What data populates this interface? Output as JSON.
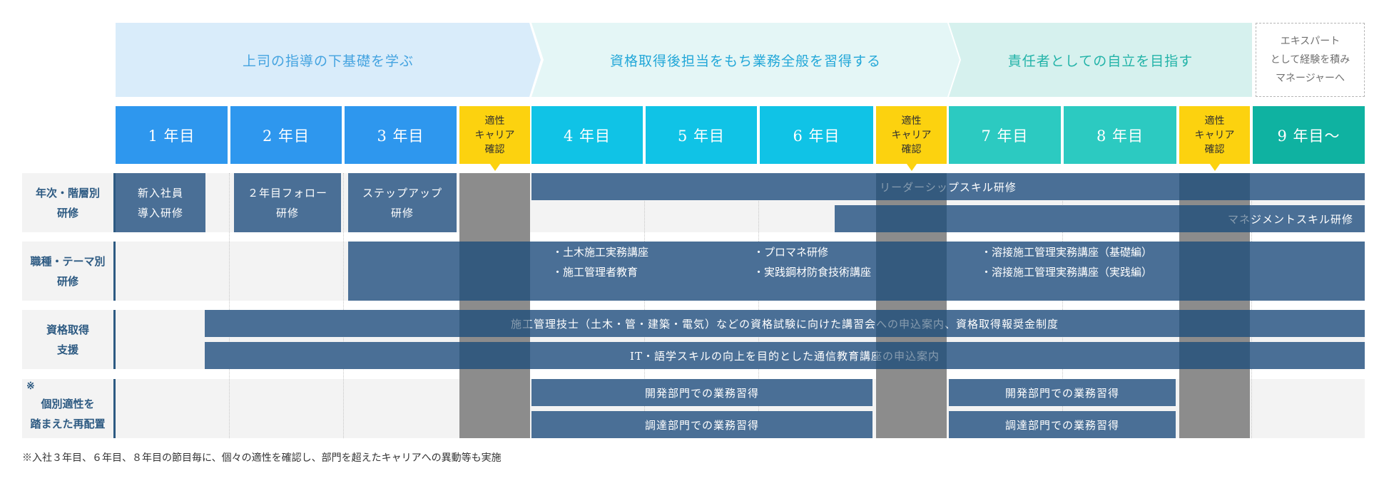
{
  "phases": [
    "上司の指導の下基礎を学ぶ",
    "資格取得後担当をもち業務全般を習得する",
    "責任者としての自立を目指す",
    "エキスパート\nとして経験を積み\nマネージャーへ"
  ],
  "years": {
    "y1": "1 年目",
    "y2": "2 年目",
    "y3": "3 年目",
    "y4": "4 年目",
    "y5": "5 年目",
    "y6": "6 年目",
    "y7": "7 年目",
    "y8": "8 年目",
    "y9": "9 年目～"
  },
  "aptitude_label": "適性\nキャリア\n確認",
  "rows": [
    "年次・階層別\n研修",
    "職種・テーマ別\n研修",
    "資格取得\n支援",
    "個別適性を\n踏まえた再配置"
  ],
  "reference_mark": "※",
  "training": {
    "new_hire": "新入社員\n導入研修",
    "second_year": "２年目フォロー\n研修",
    "step_up": "ステップアップ\n研修",
    "leadership": "リーダーシップスキル研修",
    "management": "マネジメントスキル研修"
  },
  "theme_items": [
    "・土木施工実務講座",
    "・施工管理者教育",
    "・プロマネ研修",
    "・実践鋼材防食技術講座",
    "・溶接施工管理実務講座（基礎編）",
    "・溶接施工管理実務講座（実践編）"
  ],
  "certification": {
    "exam": "施工管理技士（土木・管・建築・電気）などの資格試験に向けた講習会への申込案内、資格取得報奨金制度",
    "it": "IT・語学スキルの向上を目的とした通信教育講座の申込案内"
  },
  "rotation": {
    "dev": "開発部門での業務習得",
    "proc": "調達部門での業務習得"
  },
  "footnote": "※入社３年目、６年目、８年目の節目毎に、個々の適性を確認し、部門を超えたキャリアへの異動等も実施"
}
